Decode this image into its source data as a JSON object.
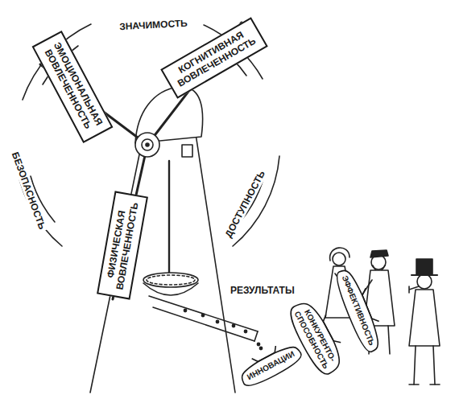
{
  "diagram": {
    "nodes": [
      {
        "text": [
          "ЭМОЦИОНАЛЬНАЯ ВОВЛЕЧЕННОСТЬ"
        ]
      },
      {
        "text": [
          "КОГНИТИВНАЯ ВОВЛЕЧЕННОСТЬ"
        ]
      },
      {
        "text": [
          "ФИЗИЧЕСКАЯ ВОВЛЕЧЕННОСТЬ"
        ]
      },
      {
        "text": [
          "ИННОВАЦИИ"
        ]
      },
      {
        "text": [
          "КОНКУРЕНТО- СПОСОБНОСТЬ"
        ]
      },
      {
        "text": [
          "ЭФФЕКТИВНОСТЬ"
        ]
      }
    ],
    "labels": [
      "ЗНАЧИМОСТЬ",
      "БЕЗОПАСНОСТЬ",
      "ДОСТУПНОСТЬ",
      "РЕЗУЛЬТАТЫ"
    ]
  }
}
